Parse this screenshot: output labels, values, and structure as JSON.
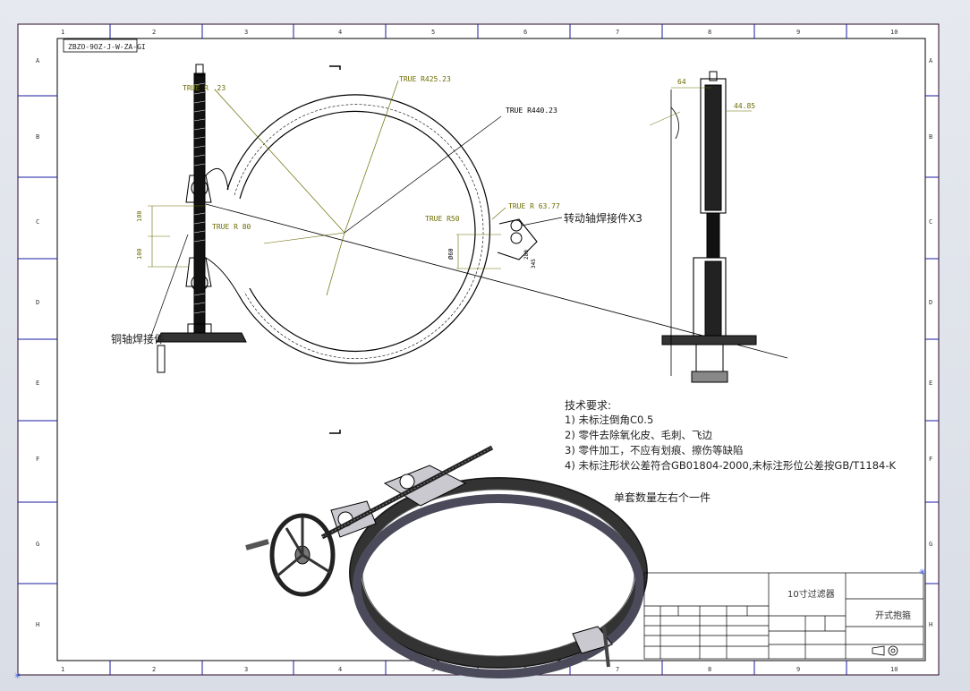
{
  "drawing": {
    "code_box": "ZBZO-9OZ-J-W-ZA-GI",
    "zone_numbers_top": [
      "1",
      "2",
      "3",
      "4",
      "5",
      "6",
      "7",
      "8",
      "9",
      "10"
    ],
    "zone_numbers_bottom": [
      "1",
      "2",
      "3",
      "4",
      "5",
      "6",
      "7",
      "8",
      "9",
      "10"
    ],
    "zone_letters_left": [
      "A",
      "B",
      "C",
      "D",
      "E",
      "F",
      "G",
      "H"
    ],
    "zone_letters_right": [
      "A",
      "B",
      "C",
      "D",
      "E",
      "F",
      "G",
      "H"
    ]
  },
  "dimensions": {
    "true_r_left": "TRUE R    .23",
    "true_r425": "TRUE R425.23",
    "true_r440": "TRUE R440.23",
    "true_r50": "TRUE R50",
    "true_r63": "TRUE R 63.77",
    "true_r80": "TRUE R 80",
    "d64": "64",
    "d44": "44.85",
    "d100a": "100",
    "d100b": "100",
    "d60": "Ø60",
    "d_small1": "280",
    "d_small2": "345"
  },
  "labels": {
    "pivot_weld": "转动轴焊接件X3",
    "screw_weld": "铜轴焊接件"
  },
  "notes": {
    "heading": "技术要求:",
    "items": [
      "1) 未标注倒角C0.5",
      "2) 零件去除氧化皮、毛刺、飞边",
      "3) 零件加工，不应有划痕、擦伤等缺陷",
      "4) 未标注形状公差符合GB01804-2000,未标注形位公差按GB/T1184-K"
    ],
    "quantity": "单套数量左右个一件"
  },
  "title_block": {
    "product": "10寸过滤器",
    "part_name": "开式抱箍"
  }
}
